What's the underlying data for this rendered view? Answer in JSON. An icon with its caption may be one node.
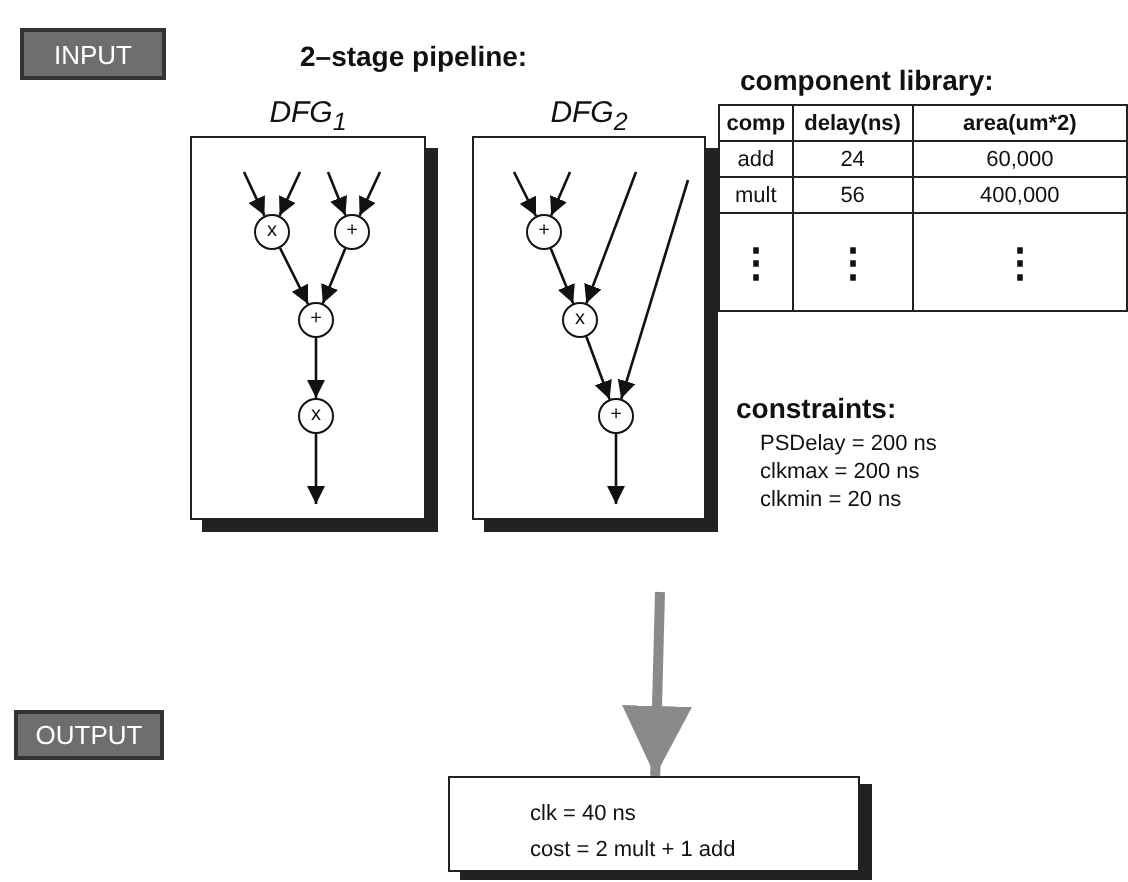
{
  "diagram": {
    "nodes": [
      {
        "text": [
          "INPUT"
        ]
      },
      {
        "text": [
          "DFG$_{1}$"
        ]
      },
      {
        "text": [
          "x"
        ],
        "in": 1
      },
      {
        "text": [
          "+"
        ],
        "in": 1
      },
      {
        "text": [
          "+"
        ],
        "in": 1
      },
      {
        "text": [
          "x"
        ],
        "in": 1
      },
      {
        "text": [
          "DFG$_{2}$"
        ]
      },
      {
        "text": [
          "+"
        ],
        "in": 6
      },
      {
        "text": [
          "x"
        ],
        "in": 6
      },
      {
        "text": [
          "+"
        ],
        "in": 6
      },
      {
        "text": [
          "clk = 40 ns",
          "cost = 2 mult + 1 add"
        ]
      },
      {
        "text": [
          "OUTPUT"
        ]
      }
    ],
    "edges": [
      {
        "from": null,
        "to": 2,
        "arrow": "to"
      },
      {
        "from": null,
        "to": 2,
        "arrow": "to"
      },
      {
        "from": null,
        "to": 3,
        "arrow": "to"
      },
      {
        "from": null,
        "to": 3,
        "arrow": "to"
      },
      {
        "from": 2,
        "to": 4,
        "arrow": "to"
      },
      {
        "from": 3,
        "to": 4,
        "arrow": "to"
      },
      {
        "from": 4,
        "to": 5,
        "arrow": "to"
      },
      {
        "from": 5,
        "to": null,
        "arrow": "to"
      },
      {
        "from": null,
        "to": 7,
        "arrow": "to"
      },
      {
        "from": null,
        "to": 7,
        "arrow": "to"
      },
      {
        "from": 7,
        "to": 8,
        "arrow": "to"
      },
      {
        "from": null,
        "to": 8,
        "arrow": "to"
      },
      {
        "from": 8,
        "to": 9,
        "arrow": "to"
      },
      {
        "from": null,
        "to": 9,
        "arrow": "to"
      },
      {
        "from": 9,
        "to": null,
        "arrow": "to"
      },
      {
        "from": null,
        "to": 10,
        "arrow": "to",
        "style": "thick",
        "color": "#8a8a8a"
      }
    ],
    "labels": [
      "2–stage pipeline:",
      "component library:",
      "comp",
      "delay(ns)",
      "area(um*2)",
      "add",
      "24",
      "60,000",
      "mult",
      "56",
      "400,000",
      "⋮",
      "⋮",
      "⋮",
      "constraints:",
      "PSDelay = 200 ns",
      "clkmax = 200 ns",
      "clkmin = 20 ns"
    ]
  }
}
